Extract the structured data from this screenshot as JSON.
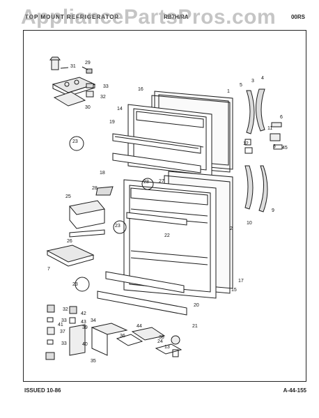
{
  "header": {
    "left_text": "TOP MOUNT REFRIGERATOR",
    "mid_text": "RB7H/RA",
    "right_text": "00RS",
    "watermark": "AppliancePartsPros.com"
  },
  "footer": {
    "issued": "ISSUED 10-86",
    "code": "A-44-155"
  },
  "callouts": {
    "c1": "1",
    "c2": "2",
    "c3": "3",
    "c4": "4",
    "c5": "5",
    "c6": "6",
    "c7": "7",
    "c8": "8",
    "c9": "9",
    "c10": "10",
    "c11": "11",
    "c12": "12",
    "c13": "13",
    "c14": "14",
    "c15": "15",
    "c16": "16",
    "c17": "17",
    "c18": "18",
    "c19": "19",
    "c20": "20",
    "c21": "21",
    "c22": "22",
    "c23": "23",
    "c24": "24",
    "c25": "25",
    "c26": "26",
    "c27": "27",
    "c28": "28",
    "c29": "29",
    "c30": "30",
    "c31": "31",
    "c32": "32",
    "c33": "33",
    "c34": "34",
    "c35": "35",
    "c36": "36",
    "c37": "37",
    "c38": "38",
    "c39": "39",
    "c40": "40",
    "c41": "41",
    "c42": "42",
    "c43": "43",
    "c44": "44",
    "c45": "45"
  }
}
